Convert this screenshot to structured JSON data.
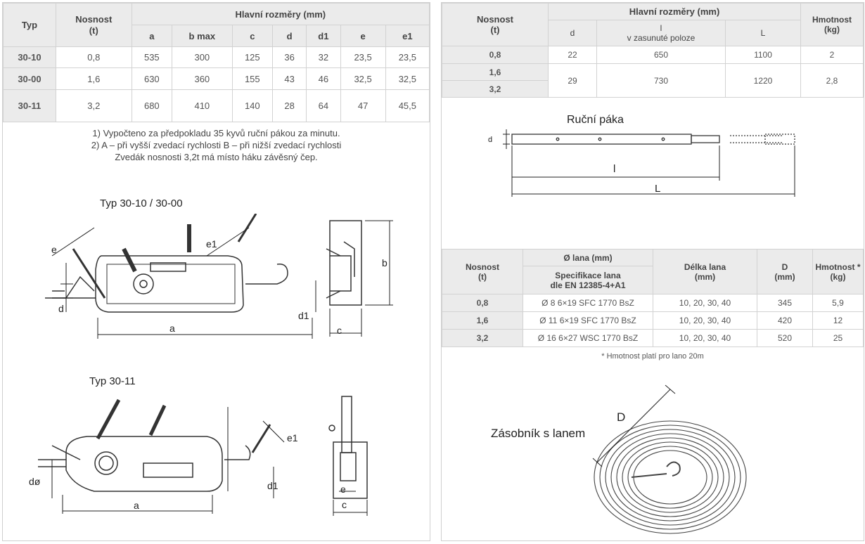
{
  "table_main": {
    "header_typ": "Typ",
    "header_nosnost": "Nosnost\n(t)",
    "header_rozmery": "Hlavní rozměry (mm)",
    "cols": [
      "a",
      "b max",
      "c",
      "d",
      "d1",
      "e",
      "e1"
    ],
    "rows": [
      {
        "typ": "30-10",
        "nosnost": "0,8",
        "vals": [
          "535",
          "300",
          "125",
          "36",
          "32",
          "23,5",
          "23,5"
        ]
      },
      {
        "typ": "30-00",
        "nosnost": "1,6",
        "vals": [
          "630",
          "360",
          "155",
          "43",
          "46",
          "32,5",
          "32,5"
        ]
      },
      {
        "typ": "30-11",
        "nosnost": "3,2",
        "vals": [
          "680",
          "410",
          "140",
          "28",
          "64",
          "47",
          "45,5"
        ]
      }
    ]
  },
  "notes": {
    "line1": "1) Vypočteno za předpokladu 35 kyvů ruční pákou za minutu.",
    "line2": "2) A – při vyšší zvedací rychlosti B – při nižší zvedací rychlosti",
    "line3": "Zvedák nosnosti 3,2t má místo háku závěsný čep."
  },
  "drawings": {
    "type1_title": "Typ 30-10 / 30-00",
    "type2_title": "Typ 30-11",
    "lever_title": "Ruční páka",
    "reel_title": "Zásobník s lanem",
    "labels": {
      "a": "a",
      "b": "b",
      "c": "c",
      "d": "d",
      "d1": "d1",
      "e": "e",
      "e1": "e1",
      "dphi": "dø",
      "l": "l",
      "L": "L",
      "D": "D"
    }
  },
  "table_lever": {
    "header_nosnost": "Nosnost\n(t)",
    "header_rozmery": "Hlavní rozměry (mm)",
    "header_hmotnost": "Hmotnost\n(kg)",
    "col_d": "d",
    "col_l": "l\nv zasunuté poloze",
    "col_L": "L",
    "rows": [
      {
        "nosnost": "0,8",
        "d": "22",
        "l": "650",
        "L": "1100",
        "hm": "2"
      },
      {
        "nosnost": "1,6",
        "d": "29",
        "l": "730",
        "L": "1220",
        "hm": "2,8"
      },
      {
        "nosnost": "3,2"
      }
    ]
  },
  "table_rope": {
    "header_nosnost": "Nosnost\n(t)",
    "header_lana": "Ø lana (mm)",
    "header_spec": "Specifikace lana\ndle EN 12385-4+A1",
    "header_delka": "Délka lana\n(mm)",
    "header_D": "D\n(mm)",
    "header_hm": "Hmotnost *\n(kg)",
    "rows": [
      {
        "nosnost": "0,8",
        "spec": "Ø 8  6×19 SFC 1770 BsZ",
        "delka": "10, 20, 30, 40",
        "D": "345",
        "hm": "5,9"
      },
      {
        "nosnost": "1,6",
        "spec": "Ø 11  6×19 SFC 1770 BsZ",
        "delka": "10, 20, 30, 40",
        "D": "420",
        "hm": "12"
      },
      {
        "nosnost": "3,2",
        "spec": "Ø 16  6×27 WSC 1770 BsZ",
        "delka": "10, 20, 30, 40",
        "D": "520",
        "hm": "25"
      }
    ],
    "footnote": "* Hmotnost platí pro lano 20m"
  }
}
